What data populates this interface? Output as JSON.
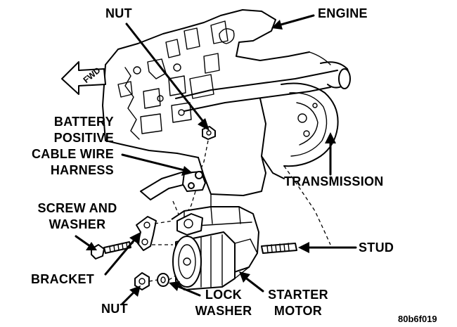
{
  "figure": {
    "code": "80b6f019",
    "fwd_label": "FWD"
  },
  "labels": {
    "nut_top": "NUT",
    "engine": "ENGINE",
    "battery_line1": "BATTERY",
    "battery_line2": "POSITIVE",
    "battery_line3": "CABLE WIRE",
    "battery_line4": "HARNESS",
    "transmission": "TRANSMISSION",
    "screw_line1": "SCREW AND",
    "screw_line2": "WASHER",
    "stud": "STUD",
    "bracket": "BRACKET",
    "nut_bottom": "NUT",
    "lock_line1": "LOCK",
    "lock_line2": "WASHER",
    "starter_line1": "STARTER",
    "starter_line2": "MOTOR"
  }
}
